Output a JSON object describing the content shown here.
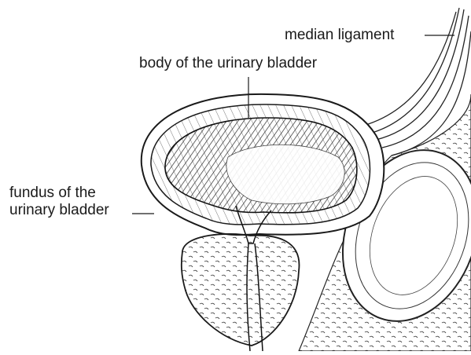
{
  "labels": {
    "median_ligament": "median ligament",
    "body": "body of the urinary bladder",
    "fundus_line1": "fundus of the",
    "fundus_line2": "urinary bladder"
  },
  "colors": {
    "ink": "#1a1a1a",
    "background": "#ffffff"
  }
}
